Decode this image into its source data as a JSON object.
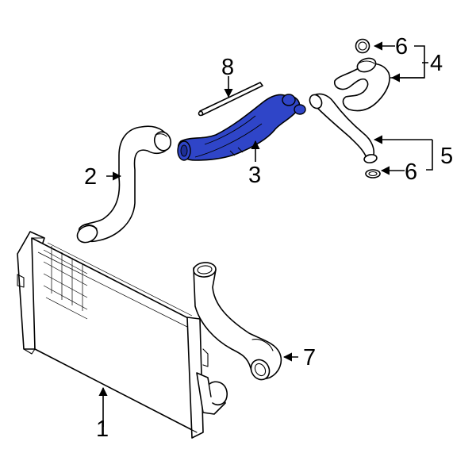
{
  "highlight_color": "#2f45c8",
  "callouts": {
    "c1": "1",
    "c2": "2",
    "c3": "3",
    "c4": "4",
    "c5": "5",
    "c6a": "6",
    "c6b": "6",
    "c7": "7",
    "c8": "8"
  },
  "highlighted_part": "3"
}
